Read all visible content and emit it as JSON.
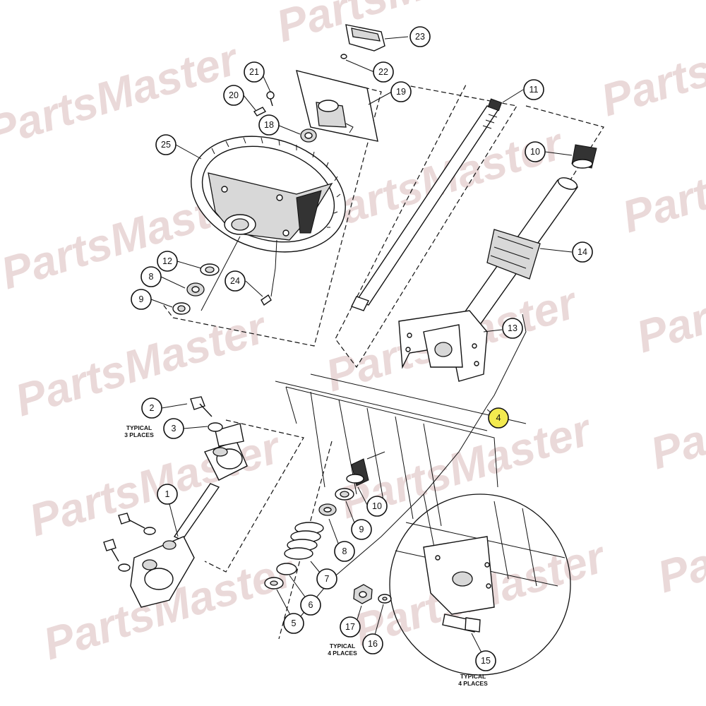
{
  "watermark": {
    "text": "PartsMaster",
    "color": "#ead9d9"
  },
  "highlight_color": "#f3ea4f",
  "callouts": [
    {
      "id": "c23",
      "label": "23",
      "highlight": false
    },
    {
      "id": "c22",
      "label": "22",
      "highlight": false
    },
    {
      "id": "c21",
      "label": "21",
      "highlight": false
    },
    {
      "id": "c19",
      "label": "19",
      "highlight": false
    },
    {
      "id": "c20",
      "label": "20",
      "highlight": false
    },
    {
      "id": "c18",
      "label": "18",
      "highlight": false
    },
    {
      "id": "c11",
      "label": "11",
      "highlight": false
    },
    {
      "id": "c25",
      "label": "25",
      "highlight": false
    },
    {
      "id": "c10a",
      "label": "10",
      "highlight": false
    },
    {
      "id": "c14",
      "label": "14",
      "highlight": false
    },
    {
      "id": "c12",
      "label": "12",
      "highlight": false
    },
    {
      "id": "c8a",
      "label": "8",
      "highlight": false
    },
    {
      "id": "c24",
      "label": "24",
      "highlight": false
    },
    {
      "id": "c9a",
      "label": "9",
      "highlight": false
    },
    {
      "id": "c13",
      "label": "13",
      "highlight": false
    },
    {
      "id": "c4",
      "label": "4",
      "highlight": true
    },
    {
      "id": "c2",
      "label": "2",
      "highlight": false
    },
    {
      "id": "c3",
      "label": "3",
      "highlight": false
    },
    {
      "id": "c1",
      "label": "1",
      "highlight": false
    },
    {
      "id": "c10b",
      "label": "10",
      "highlight": false
    },
    {
      "id": "c9b",
      "label": "9",
      "highlight": false
    },
    {
      "id": "c8b",
      "label": "8",
      "highlight": false
    },
    {
      "id": "c7",
      "label": "7",
      "highlight": false
    },
    {
      "id": "c6",
      "label": "6",
      "highlight": false
    },
    {
      "id": "c5",
      "label": "5",
      "highlight": false
    },
    {
      "id": "c17",
      "label": "17",
      "highlight": false
    },
    {
      "id": "c16",
      "label": "16",
      "highlight": false
    },
    {
      "id": "c15",
      "label": "15",
      "highlight": false
    }
  ],
  "notes": [
    {
      "id": "n1",
      "lines": [
        "TYPICAL",
        "3 PLACES"
      ]
    },
    {
      "id": "n2",
      "lines": [
        "TYPICAL",
        "4 PLACES"
      ]
    },
    {
      "id": "n3",
      "lines": [
        "TYPICAL",
        "4 PLACES"
      ]
    }
  ]
}
